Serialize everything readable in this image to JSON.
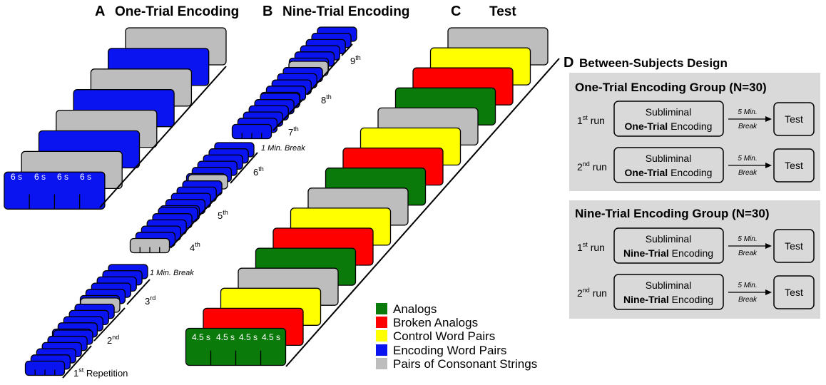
{
  "colors": {
    "blue": "#0a14f0",
    "gray": "#bdbdbd",
    "green": "#0a7a0a",
    "red": "#ff0000",
    "yellow": "#ffff00",
    "panel_bg": "#d9d9d9"
  },
  "panelA": {
    "letter": "A",
    "title": "One-Trial Encoding",
    "durations": [
      "6 s",
      "6 s",
      "6 s",
      "6 s"
    ]
  },
  "panelB": {
    "letter": "B",
    "title": "Nine-Trial Encoding",
    "breaks": [
      "1 Min. Break",
      "1 Min. Break"
    ],
    "repetitions": [
      {
        "num": "1",
        "sup": "st",
        "suffix": " Repetition"
      },
      {
        "num": "2",
        "sup": "nd",
        "suffix": ""
      },
      {
        "num": "3",
        "sup": "rd",
        "suffix": ""
      },
      {
        "num": "4",
        "sup": "th",
        "suffix": ""
      },
      {
        "num": "5",
        "sup": "th",
        "suffix": ""
      },
      {
        "num": "6",
        "sup": "th",
        "suffix": ""
      },
      {
        "num": "7",
        "sup": "th",
        "suffix": ""
      },
      {
        "num": "8",
        "sup": "th",
        "suffix": ""
      },
      {
        "num": "9",
        "sup": "th",
        "suffix": ""
      }
    ]
  },
  "panelC": {
    "letter": "C",
    "title": "Test",
    "durations": [
      "4.5 s",
      "4.5 s",
      "4.5 s",
      "4.5 s"
    ]
  },
  "legend": [
    {
      "label": "Analogs",
      "color": "#0a7a0a"
    },
    {
      "label": "Broken Analogs",
      "color": "#ff0000"
    },
    {
      "label": "Control Word Pairs",
      "color": "#ffff00"
    },
    {
      "label": "Encoding Word Pairs",
      "color": "#0a14f0"
    },
    {
      "label": "Pairs of Consonant Strings",
      "color": "#bdbdbd"
    }
  ],
  "panelD": {
    "letter": "D",
    "title": "Between-Subjects Design",
    "groups": [
      {
        "title": "One-Trial Encoding Group (N=30)",
        "runs": [
          {
            "num": "1",
            "sup": "st",
            "word": " run",
            "line1": "Subliminal",
            "bold": "One-Trial",
            "rest": " Encoding",
            "arrow_top": "5 Min.",
            "arrow_bottom": "Break",
            "test": "Test"
          },
          {
            "num": "2",
            "sup": "nd",
            "word": " run",
            "line1": "Subliminal",
            "bold": "One-Trial",
            "rest": " Encoding",
            "arrow_top": "5 Min.",
            "arrow_bottom": "Break",
            "test": "Test"
          }
        ]
      },
      {
        "title": "Nine-Trial Encoding Group (N=30)",
        "runs": [
          {
            "num": "1",
            "sup": "st",
            "word": " run",
            "line1": "Subliminal",
            "bold": "Nine-Trial",
            "rest": " Encoding",
            "arrow_top": "5 Min.",
            "arrow_bottom": "Break",
            "test": "Test"
          },
          {
            "num": "2",
            "sup": "nd",
            "word": " run",
            "line1": "Subliminal",
            "bold": "Nine-Trial",
            "rest": " Encoding",
            "arrow_top": "5 Min.",
            "arrow_bottom": "Break",
            "test": "Test"
          }
        ]
      }
    ]
  }
}
